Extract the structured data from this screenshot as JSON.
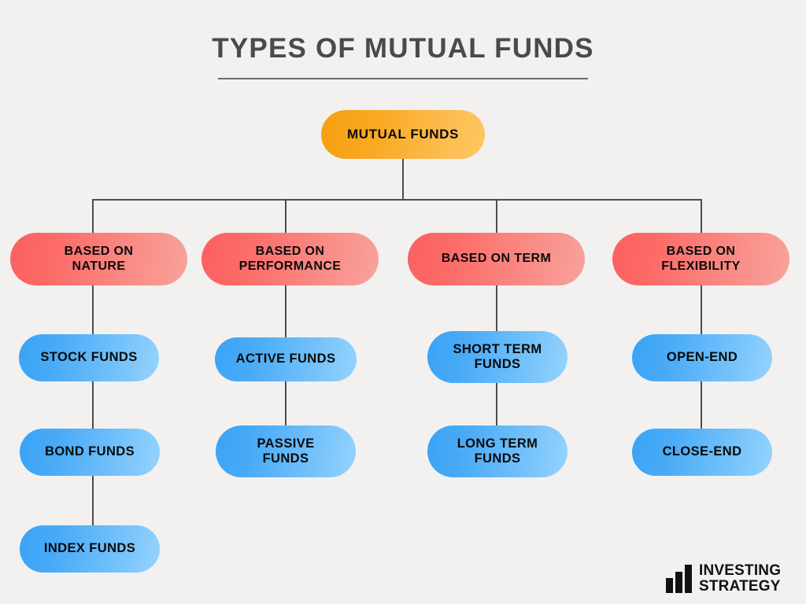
{
  "page": {
    "title": "TYPES OF MUTUAL FUNDS",
    "background_color": "#f2f1ef",
    "title_color": "#4a4a48",
    "connector_color": "#4d4d4d"
  },
  "colors": {
    "root_gradient_start": "#f5a011",
    "root_gradient_end": "#ffc663",
    "category_gradient_start": "#fb6060",
    "category_gradient_end": "#f7a39c",
    "leaf_gradient_start": "#3aa3f5",
    "leaf_gradient_end": "#96d3fd",
    "text_color": "#0a0a0a"
  },
  "chart_data": {
    "type": "diagram",
    "title": "TYPES OF MUTUAL FUNDS",
    "root": "MUTUAL FUNDS",
    "branches": [
      {
        "label": "BASED ON\nNATURE",
        "children": [
          "STOCK FUNDS",
          "BOND FUNDS",
          "INDEX FUNDS"
        ]
      },
      {
        "label": "BASED ON\nPERFORMANCE",
        "children": [
          "ACTIVE FUNDS",
          "PASSIVE\nFUNDS"
        ]
      },
      {
        "label": "BASED ON TERM",
        "children": [
          "SHORT TERM\nFUNDS",
          "LONG TERM\nFUNDS"
        ]
      },
      {
        "label": "BASED ON\nFLEXIBILITY",
        "children": [
          "OPEN-END",
          "CLOSE-END"
        ]
      }
    ]
  },
  "nodes": {
    "root": "MUTUAL FUNDS",
    "cat_nature": "BASED ON\nNATURE",
    "cat_performance": "BASED ON\nPERFORMANCE",
    "cat_term": "BASED ON TERM",
    "cat_flexibility": "BASED ON\nFLEXIBILITY",
    "nature_1": "STOCK FUNDS",
    "nature_2": "BOND FUNDS",
    "nature_3": "INDEX FUNDS",
    "performance_1": "ACTIVE FUNDS",
    "performance_2": "PASSIVE\nFUNDS",
    "term_1": "SHORT TERM\nFUNDS",
    "term_2": "LONG TERM\nFUNDS",
    "flexibility_1": "OPEN-END",
    "flexibility_2": "CLOSE-END"
  },
  "logo": {
    "line1": "INVESTING",
    "line2": "STRATEGY",
    "text": "INVESTING\nSTRATEGY",
    "icon": "bar-chart-icon"
  }
}
